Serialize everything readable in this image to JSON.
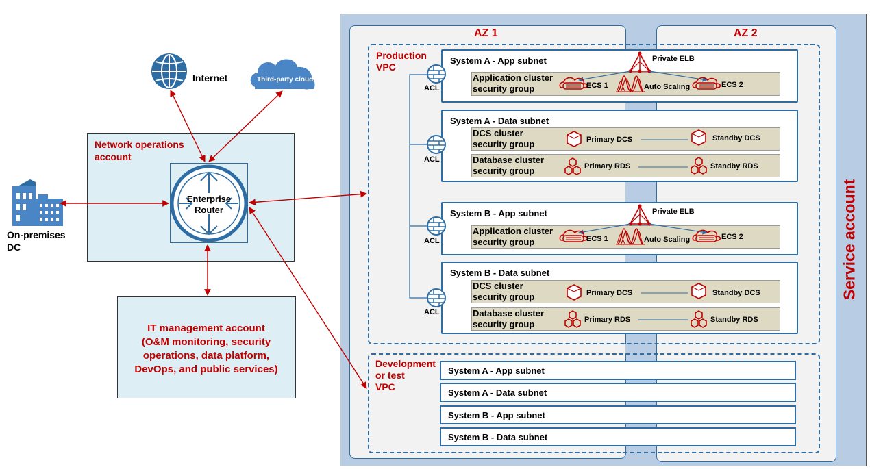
{
  "left": {
    "internet_label": "Internet",
    "third_party_cloud_label": "Third-party cloud",
    "network_ops_title": "Network operations\naccount",
    "router_label": "Enterprise\nRouter",
    "onprem_label": "On-premises\nDC",
    "it_mgmt_text": "IT management account\n(O&M monitoring, security\noperations, data platform,\nDevOps, and public services)"
  },
  "service_account_label": "Service account",
  "az1_label": "AZ 1",
  "az2_label": "AZ 2",
  "production_vpc_label": "Production\nVPC",
  "acl_label": "ACL",
  "prod": {
    "sys_a_app": {
      "title": "System A - App subnet",
      "elb": "Private ELB",
      "sg": "Application cluster\nsecurity group",
      "ecs1": "ECS 1",
      "as": "Auto Scaling",
      "ecs2": "ECS 2"
    },
    "sys_a_data": {
      "title": "System A - Data subnet",
      "dcs_sg": "DCS cluster\nsecurity group",
      "primary_dcs": "Primary DCS",
      "standby_dcs": "Standby DCS",
      "db_sg": "Database cluster\nsecurity group",
      "primary_rds": "Primary RDS",
      "standby_rds": "Standby RDS"
    },
    "sys_b_app": {
      "title": "System B - App subnet",
      "elb": "Private ELB",
      "sg": "Application cluster\nsecurity group",
      "ecs1": "ECS 1",
      "as": "Auto Scaling",
      "ecs2": "ECS 2"
    },
    "sys_b_data": {
      "title": "System B - Data subnet",
      "dcs_sg": "DCS cluster\nsecurity group",
      "primary_dcs": "Primary DCS",
      "standby_dcs": "Standby DCS",
      "db_sg": "Database cluster\nsecurity group",
      "primary_rds": "Primary RDS",
      "standby_rds": "Standby RDS"
    }
  },
  "dev_vpc_label": "Development\nor test\nVPC",
  "dev": {
    "rows": [
      "System A - App subnet",
      "System A - Data subnet",
      "System B - App subnet",
      "System B - Data subnet"
    ]
  },
  "colors": {
    "accent_red": "#c00000",
    "blue": "#2e6da4",
    "panel_blue": "#deeef5",
    "service_blue": "#b8cce4",
    "sg_tan": "#ddd9c3"
  }
}
